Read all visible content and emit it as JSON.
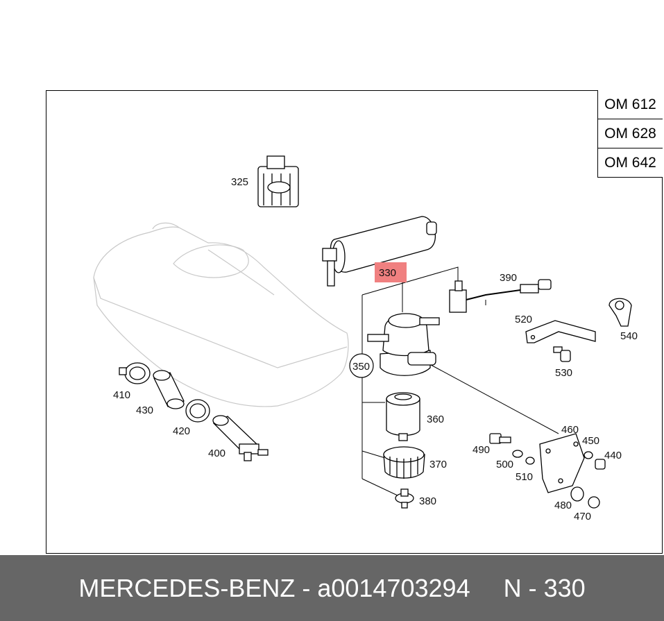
{
  "engine_codes": [
    "OM 612",
    "OM 628",
    "OM 642"
  ],
  "parts": {
    "p325": "325",
    "p330": "330",
    "p390": "390",
    "p520": "520",
    "p540": "540",
    "p530": "530",
    "p350": "350",
    "p360": "360",
    "p370": "370",
    "p380": "380",
    "p410": "410",
    "p430": "430",
    "p420": "420",
    "p400": "400",
    "p460": "460",
    "p450": "450",
    "p440": "440",
    "p490": "490",
    "p500": "500",
    "p510": "510",
    "p480": "480",
    "p470": "470"
  },
  "highlight_color": "#f08080",
  "footer": {
    "brand_part": "MERCEDES-BENZ - a0014703294",
    "position": "N - 330"
  }
}
